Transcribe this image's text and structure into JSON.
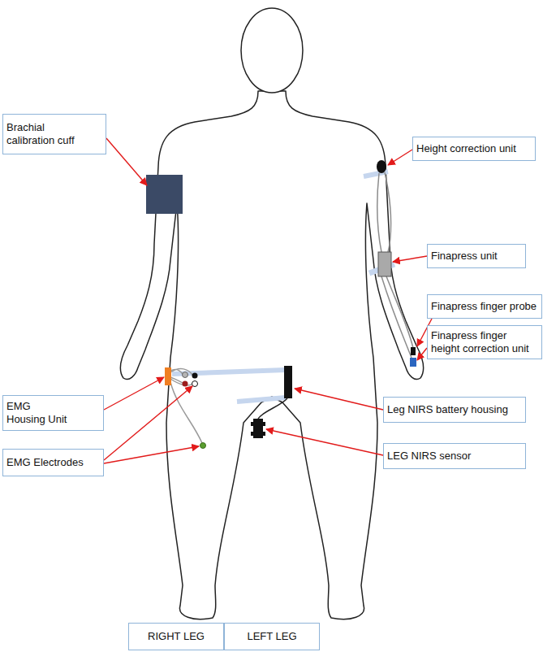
{
  "diagram": {
    "nodes": [
      {
        "text": [
          "Brachial calibration cuff"
        ]
      },
      {
        "text": [
          "Height correction unit"
        ]
      },
      {
        "text": [
          "Finapress unit"
        ]
      },
      {
        "text": [
          "Finapress finger probe"
        ]
      },
      {
        "text": [
          "Finapress finger height correction unit"
        ]
      },
      {
        "text": [
          "EMG Housing Unit"
        ]
      },
      {
        "text": [
          "Leg NIRS battery housing"
        ]
      },
      {
        "text": [
          "LEG NIRS sensor"
        ]
      },
      {
        "text": [
          "EMG Electrodes"
        ]
      },
      {
        "text": [
          "RIGHT LEG"
        ]
      },
      {
        "text": [
          "LEFT LEG"
        ]
      }
    ]
  }
}
